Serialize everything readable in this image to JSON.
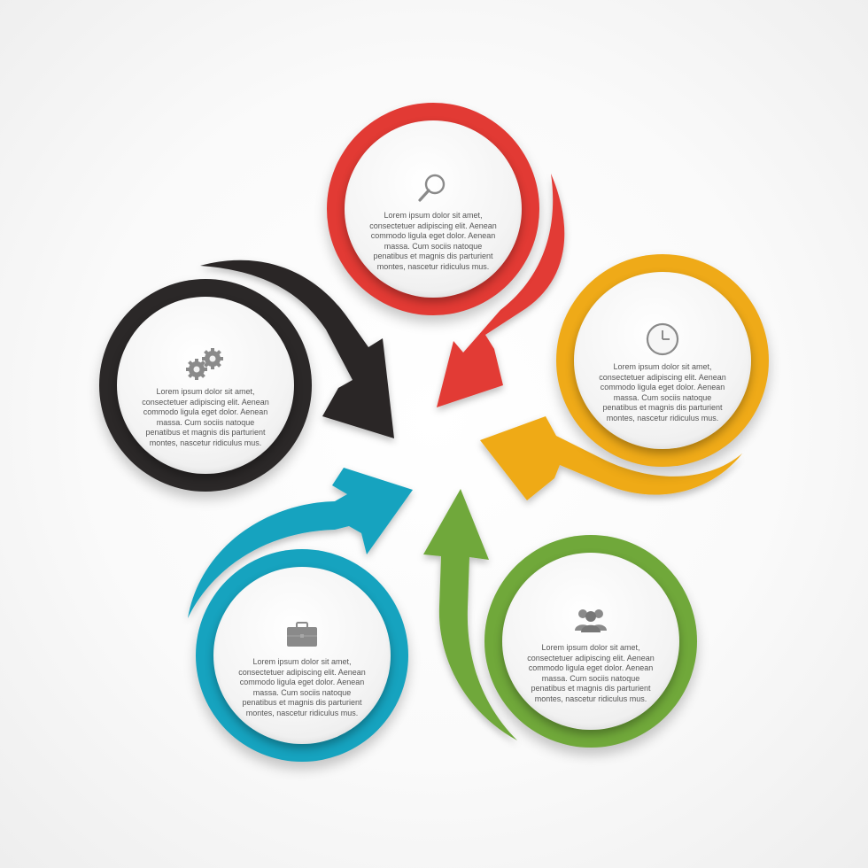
{
  "steps": [
    {
      "icon": "search-icon",
      "color": "#e23a34",
      "text": "Lorem ipsum dolor sit amet, consectetuer adipiscing elit. Aenean commodo ligula eget dolor. Aenean massa. Cum sociis natoque penatibus et magnis dis parturient montes, nascetur ridiculus mus."
    },
    {
      "icon": "clock-icon",
      "color": "#efaa18",
      "text": "Lorem ipsum dolor sit amet, consectetuer adipiscing elit. Aenean commodo ligula eget dolor. Aenean massa. Cum sociis natoque penatibus et magnis dis parturient montes, nascetur ridiculus mus."
    },
    {
      "icon": "people-icon",
      "color": "#70a83a",
      "text": "Lorem ipsum dolor sit amet, consectetuer adipiscing elit. Aenean commodo ligula eget dolor. Aenean massa. Cum sociis natoque penatibus et magnis dis parturient montes, nascetur ridiculus mus."
    },
    {
      "icon": "briefcase-icon",
      "color": "#16a3bf",
      "text": "Lorem ipsum dolor sit amet, consectetuer adipiscing elit. Aenean commodo ligula eget dolor. Aenean massa. Cum sociis natoque penatibus et magnis dis parturient montes, nascetur ridiculus mus."
    },
    {
      "icon": "gears-icon",
      "color": "#2b2828",
      "text": "Lorem ipsum dolor sit amet, consectetuer adipiscing elit. Aenean commodo ligula eget dolor. Aenean massa. Cum sociis natoque penatibus et magnis dis parturient montes, nascetur ridiculus mus."
    }
  ]
}
